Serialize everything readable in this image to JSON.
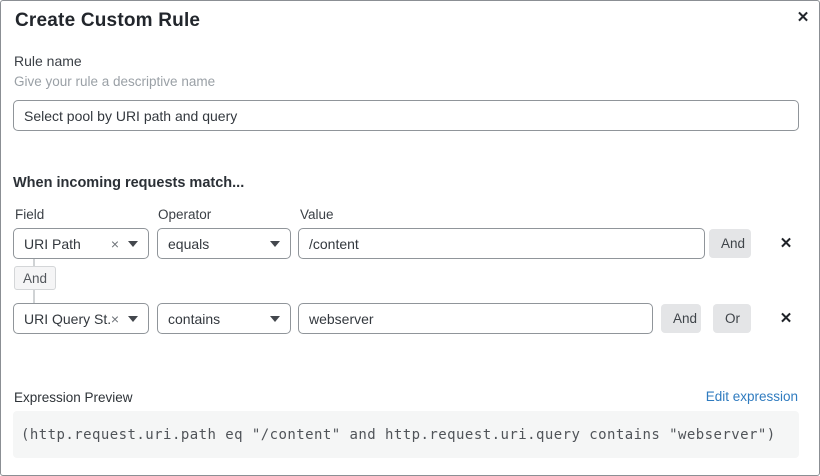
{
  "dialog": {
    "title": "Create Custom Rule"
  },
  "icons": {
    "close": "✕",
    "clear": "×",
    "delete": "✕"
  },
  "rule_name": {
    "label": "Rule name",
    "helper": "Give your rule a descriptive name",
    "value": "Select pool by URI path and query"
  },
  "match": {
    "heading": "When incoming requests match...",
    "columns": {
      "field": "Field",
      "operator": "Operator",
      "value": "Value"
    },
    "connector": "And",
    "rows": [
      {
        "field": "URI Path",
        "operator": "equals",
        "value": "/content",
        "and_label": "And"
      },
      {
        "field": "URI Query St...",
        "operator": "contains",
        "value": "webserver",
        "and_label": "And",
        "or_label": "Or"
      }
    ]
  },
  "expression": {
    "label": "Expression Preview",
    "edit_link": "Edit expression",
    "code": "(http.request.uri.path eq \"/content\" and http.request.uri.query contains \"webserver\")"
  },
  "colors": {
    "link_blue": "#2f7bbf",
    "button_gray": "#e4e5e7",
    "code_bg": "#f5f6f6",
    "input_border": "#90959a",
    "dialog_border": "#8b8f94"
  }
}
